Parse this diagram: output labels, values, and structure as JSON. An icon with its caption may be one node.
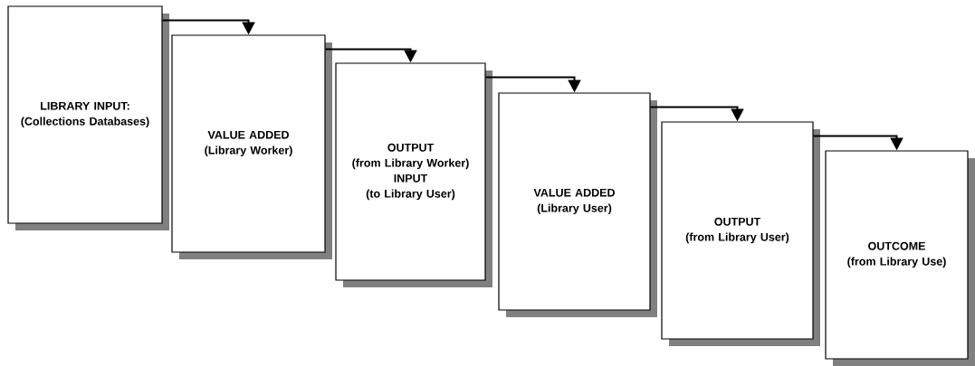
{
  "diagram": {
    "nodes": [
      {
        "text": [
          "LIBRARY INPUT:",
          "(Collections Databases)"
        ]
      },
      {
        "text": [
          "VALUE ADDED",
          "(Library Worker)"
        ]
      },
      {
        "text": [
          "OUTPUT",
          "(from Library Worker)",
          "INPUT",
          "(to Library User)"
        ]
      },
      {
        "text": [
          "VALUE ADDED",
          "(Library User)"
        ]
      },
      {
        "text": [
          "OUTPUT",
          "(from Library User)"
        ]
      },
      {
        "text": [
          "OUTCOME",
          "(from Library Use)"
        ]
      }
    ],
    "edges": [
      {
        "from": 0,
        "to": 1,
        "arrow": "to"
      },
      {
        "from": 1,
        "to": 2,
        "arrow": "to"
      },
      {
        "from": 2,
        "to": 3,
        "arrow": "to"
      },
      {
        "from": 3,
        "to": 4,
        "arrow": "to"
      },
      {
        "from": 4,
        "to": 5,
        "arrow": "to"
      }
    ]
  }
}
